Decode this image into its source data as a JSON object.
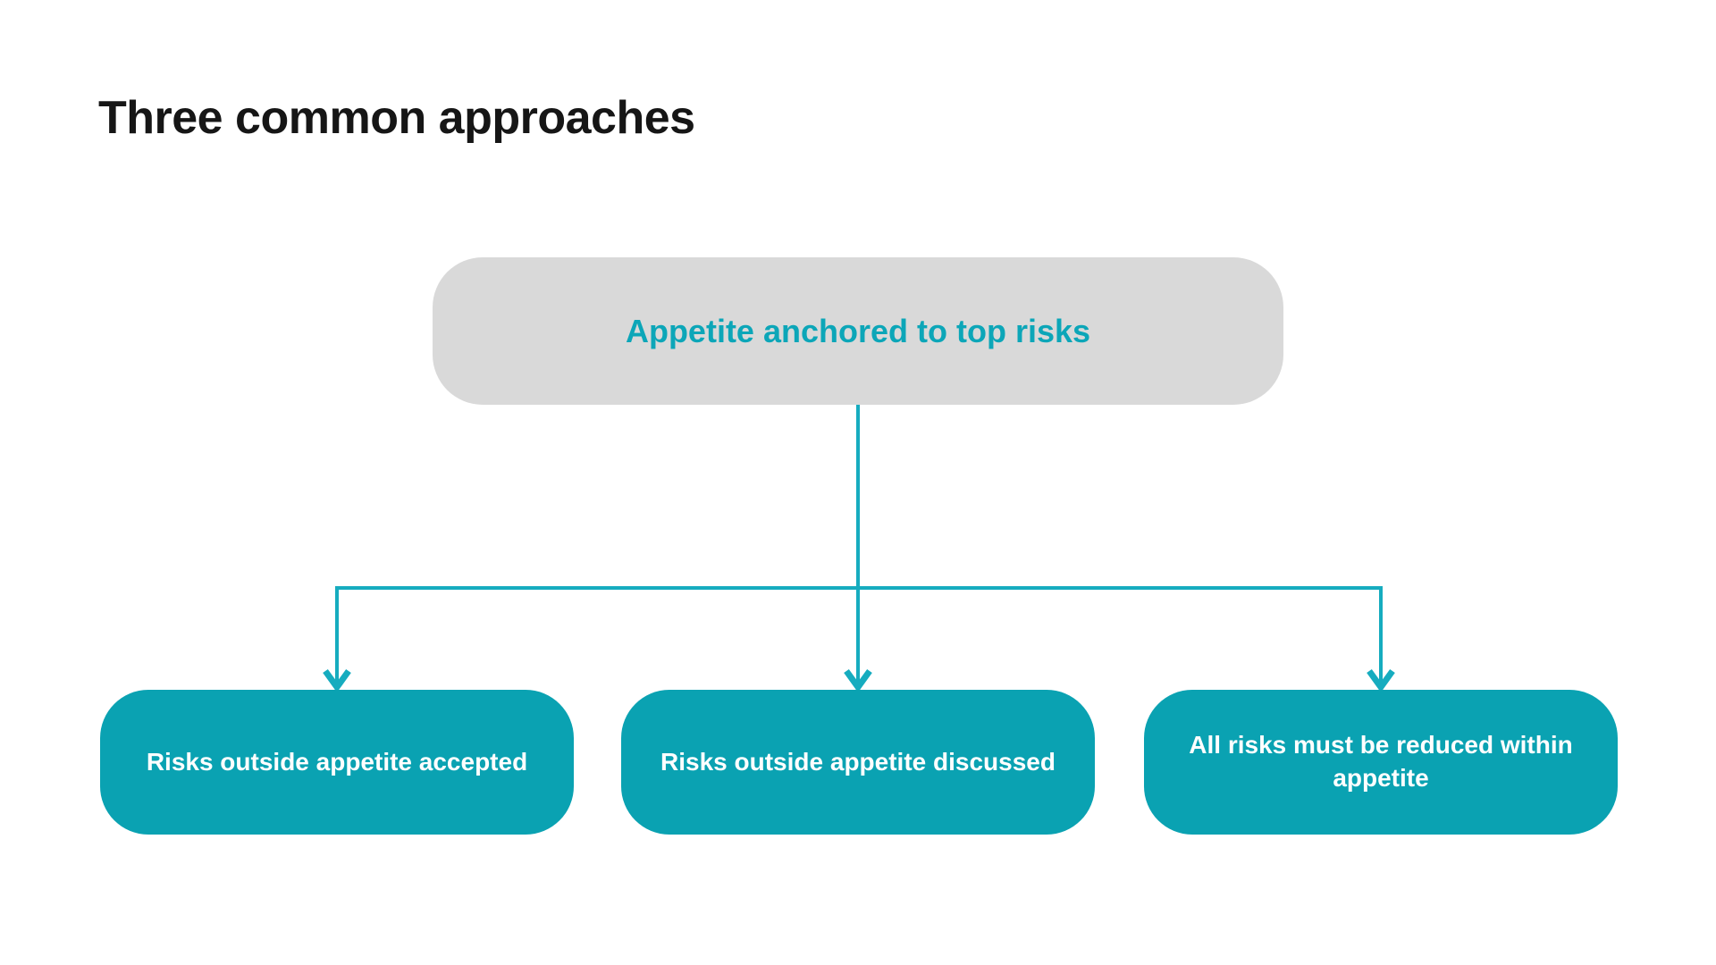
{
  "slide": {
    "title": "Three common approaches"
  },
  "diagram": {
    "type": "tree",
    "root": {
      "label": "Appetite anchored to top risks"
    },
    "children": [
      {
        "label": "Risks outside appetite accepted"
      },
      {
        "label": "Risks outside appetite discussed"
      },
      {
        "label": "All risks must be reduced within appetite"
      }
    ]
  },
  "colors": {
    "background": "#FFFFFF",
    "title_text": "#161616",
    "root_box_fill": "#D9D9D9",
    "root_label_teal": "#0CA6B8",
    "child_box_fill": "#0AA2B2",
    "child_label_text": "#FFFFFF",
    "connector_teal": "#16ACBF"
  }
}
